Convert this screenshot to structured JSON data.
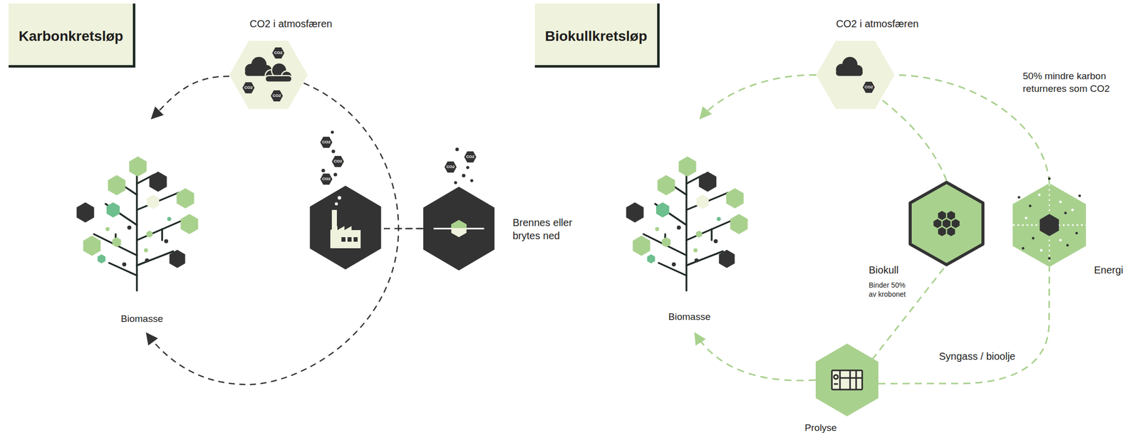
{
  "diagram": {
    "nodes": [
      {
        "text": [
          "Karbonkretsløp"
        ]
      },
      {
        "text": [
          "CO2 i atmosfæren"
        ]
      },
      {
        "text": [
          "Biomasse"
        ]
      },
      {
        "text": [
          "Brennes eller brytes ned"
        ]
      },
      {
        "text": [
          "Biokullkretsløp"
        ]
      },
      {
        "text": [
          "CO2 i atmosfæren"
        ]
      },
      {
        "text": [
          "Biomasse"
        ]
      },
      {
        "text": [
          "Biokull",
          "Binder 50% av krobonet"
        ]
      },
      {
        "text": [
          "Energi"
        ]
      },
      {
        "text": [
          "Prolyse"
        ]
      }
    ],
    "edges": [
      {
        "from": 1,
        "to": 2,
        "arrow": "to"
      },
      {
        "from": 3,
        "to": 2,
        "arrow": "to"
      },
      {
        "from": 1,
        "to": 3,
        "arrow": "none"
      },
      {
        "from": 5,
        "to": 6,
        "arrow": "to"
      },
      {
        "from": 9,
        "to": 6,
        "arrow": "to"
      },
      {
        "from": 9,
        "to": 7,
        "arrow": "none"
      },
      {
        "from": 7,
        "to": 5,
        "arrow": "none"
      },
      {
        "from": 9,
        "to": 8,
        "label": "Syngass / bioolje",
        "arrow": "none"
      },
      {
        "from": 8,
        "to": 5,
        "label": "50% mindre karbon returneres som CO2",
        "arrow": "none"
      }
    ],
    "labels": [
      "CO2",
      "CO2",
      "CO2",
      "CO2",
      "CO2",
      "CO2",
      "CO2",
      "CO2",
      "CO2"
    ]
  }
}
